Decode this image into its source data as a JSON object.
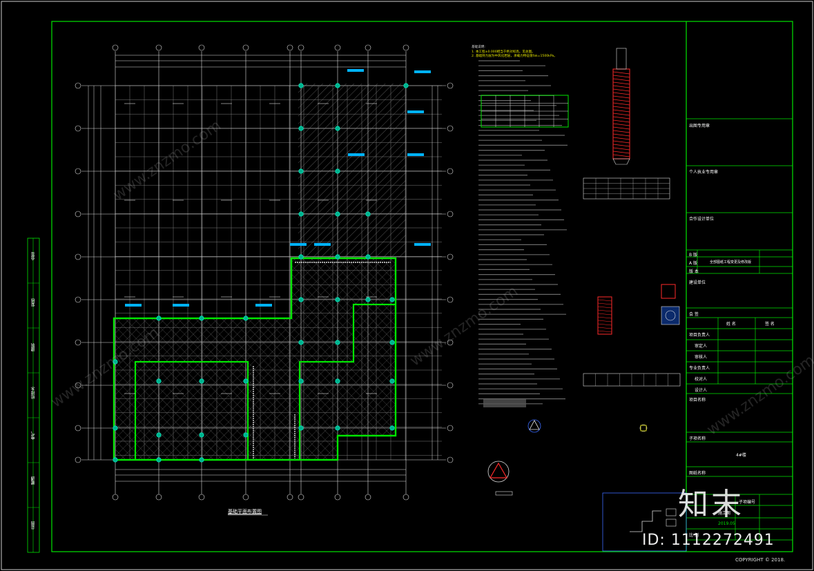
{
  "drawing": {
    "plan_title": "基础平面布置图",
    "project_value": "4#楼",
    "copyright": "COPYRIGHT © 2018.",
    "id_badge": "ID: 1112272491",
    "logo_text": "知末",
    "watermark": "www.znzmo.com"
  },
  "title_block": {
    "rows": [
      {
        "key": "cert",
        "label": "出图专用章"
      },
      {
        "key": "personal",
        "label": "个人执业专用章"
      },
      {
        "key": "coop",
        "label": "合作设计单位"
      },
      {
        "key": "rev_b",
        "label": "B 版"
      },
      {
        "key": "rev_a",
        "label": "A 版"
      },
      {
        "key": "version",
        "label": "版 本"
      },
      {
        "key": "unit",
        "label": "建设单位"
      },
      {
        "key": "sign",
        "label": "会 签"
      },
      {
        "key": "proj_name",
        "label": "项目名称"
      },
      {
        "key": "sub_name",
        "label": "子项名称"
      },
      {
        "key": "drawing_name",
        "label": "图纸名称"
      },
      {
        "key": "ratio",
        "label": "比 例"
      }
    ],
    "rev_a_value": "全部图纸工程变更及修改版",
    "sign_header": [
      "姓 名",
      "签 名"
    ],
    "signers": [
      "项目负责人",
      "审定人",
      "审核人",
      "专业负责人",
      "校对人",
      "设计人"
    ],
    "date_value": "2019.05",
    "sheet_no_label": "子项编号",
    "review_stage": "施工图"
  },
  "left_strip": [
    "会签",
    "复核",
    "建筑",
    "给排水",
    "电气",
    "暖通",
    "总图"
  ],
  "notes": {
    "heading": "基础说明:",
    "highlight_1": "1. 本工程±0.000相当于绝对标高，见总图。",
    "highlight_2": "2. 基础持力层为中风化岩层，承载力特征值fak=1500kPa。"
  },
  "colors": {
    "frame": "#e6e6e6",
    "grid": "#ffffff",
    "foundation_outline": "#00e600",
    "hatch": "#9a9a9a",
    "text_highlight": "#e6e600",
    "tag": "#00b3ff",
    "red": "#ff2a2a"
  }
}
